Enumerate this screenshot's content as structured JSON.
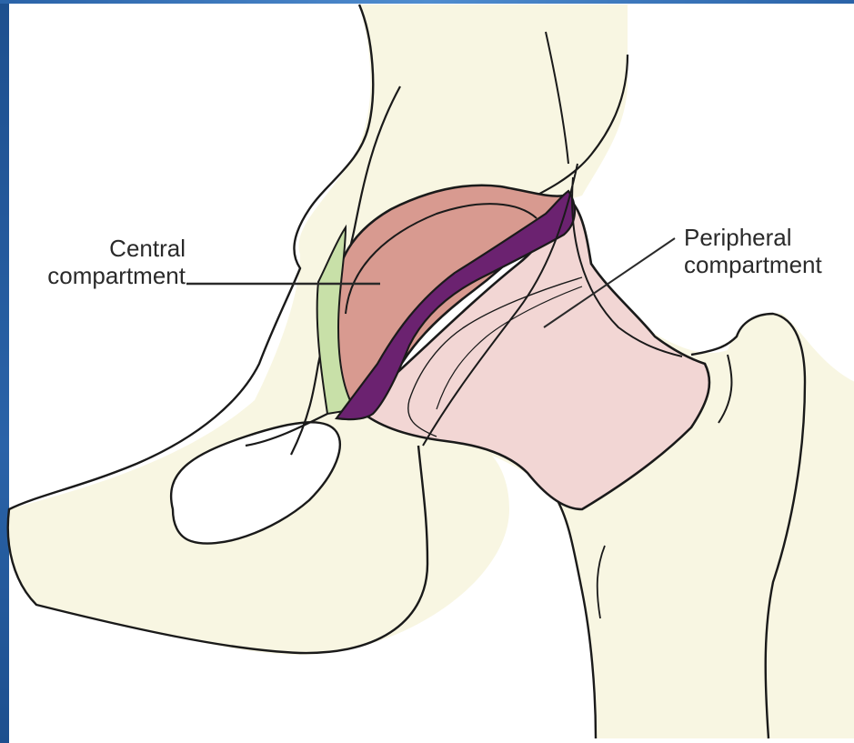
{
  "labels": {
    "central": {
      "line1": "Central",
      "line2": "compartment"
    },
    "peripheral": {
      "line1": "Peripheral",
      "line2": "compartment"
    }
  },
  "colors": {
    "bone": "#f8f6e2",
    "outline": "#1a1a1a",
    "central_compartment": "#d89a90",
    "peripheral_compartment": "#f2d6d4",
    "labrum": "#6b2270",
    "cartilage_green": "#c8e0a8",
    "frame_blue": "#2a63a8"
  }
}
